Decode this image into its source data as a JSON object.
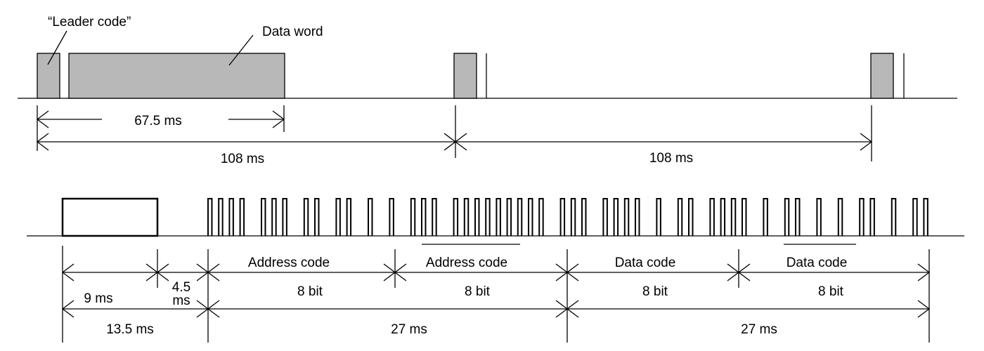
{
  "top": {
    "leader_label": "“Leader code”",
    "data_word_label": "Data word",
    "frame_span_label": "67.5 ms",
    "period_1_label": "108 ms",
    "period_2_label": "108 ms"
  },
  "bottom": {
    "leader_high_label": "9 ms",
    "leader_low_label_line1": "4.5",
    "leader_low_label_line2": "ms",
    "leader_total_label": "13.5 ms",
    "fields": [
      {
        "name": "Address code",
        "bits": "8 bit"
      },
      {
        "name": "Address code",
        "bits": "8 bit"
      },
      {
        "name": "Data code",
        "bits": "8 bit"
      },
      {
        "name": "Data code",
        "bits": "8 bit"
      }
    ],
    "address_span_label": "27 ms",
    "data_span_label": "27 ms",
    "bit_stream": [
      0,
      0,
      0,
      1,
      0,
      0,
      1,
      0,
      1,
      0,
      1,
      1,
      1,
      0,
      0,
      1,
      0,
      0,
      0,
      0,
      0,
      0,
      0,
      0,
      1,
      0,
      0,
      1,
      0,
      0,
      0,
      1,
      1,
      0,
      1,
      0,
      0,
      0,
      1,
      1,
      0,
      1,
      1,
      1,
      0,
      1,
      1,
      0
    ]
  }
}
